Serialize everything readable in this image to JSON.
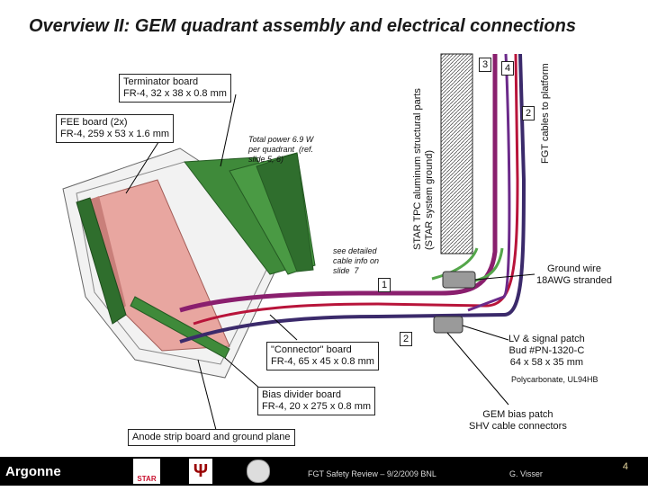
{
  "slide": {
    "title": "Overview II: GEM quadrant assembly and electrical connections",
    "page_number": "4"
  },
  "labels": {
    "terminator": "Terminator board\nFR-4, 32 x 38 x 0.8 mm",
    "fee": "FEE board (2x)\nFR-4, 259 x 53 x 1.6 mm",
    "total_power": "Total power 6.9 W\nper quadrant  (ref.\nslide 5, 6)",
    "detailed_cable": "see detailed\ncable info on\nslide  7",
    "structural": "STAR TPC aluminum structural parts\n(STAR system ground)",
    "fgt_cables": "FGT cables to platform",
    "ground_wire": "Ground wire\n18AWG stranded",
    "connector": "\"Connector\" board\nFR-4, 65 x 45 x 0.8 mm",
    "lv_patch": "LV & signal patch\nBud #PN-1320-C\n64 x 58 x 35 mm",
    "polycarbonate": "Polycarbonate, UL94HB",
    "bias_divider": "Bias divider board\nFR-4, 20 x 275 x 0.8 mm",
    "gem_bias": "GEM bias patch\nSHV cable connectors",
    "anode": "Anode strip board and ground plane"
  },
  "cable_numbers": {
    "n3": "3",
    "n4": "4",
    "n2_top": "2",
    "n1": "1",
    "n2_mid": "2"
  },
  "footer": {
    "review": "FGT Safety Review – 9/2/2009 BNL",
    "author": "G. Visser",
    "logo_argonne": "Argonne",
    "logo_star": "STAR"
  },
  "colors": {
    "cable_purple": "#8a1f6e",
    "cable_dark": "#3b2a6b",
    "cable_red": "#b8143a",
    "ground_green": "#54a64a",
    "board_green": "#3f8a3a",
    "board_pink": "#e8a6a0"
  }
}
